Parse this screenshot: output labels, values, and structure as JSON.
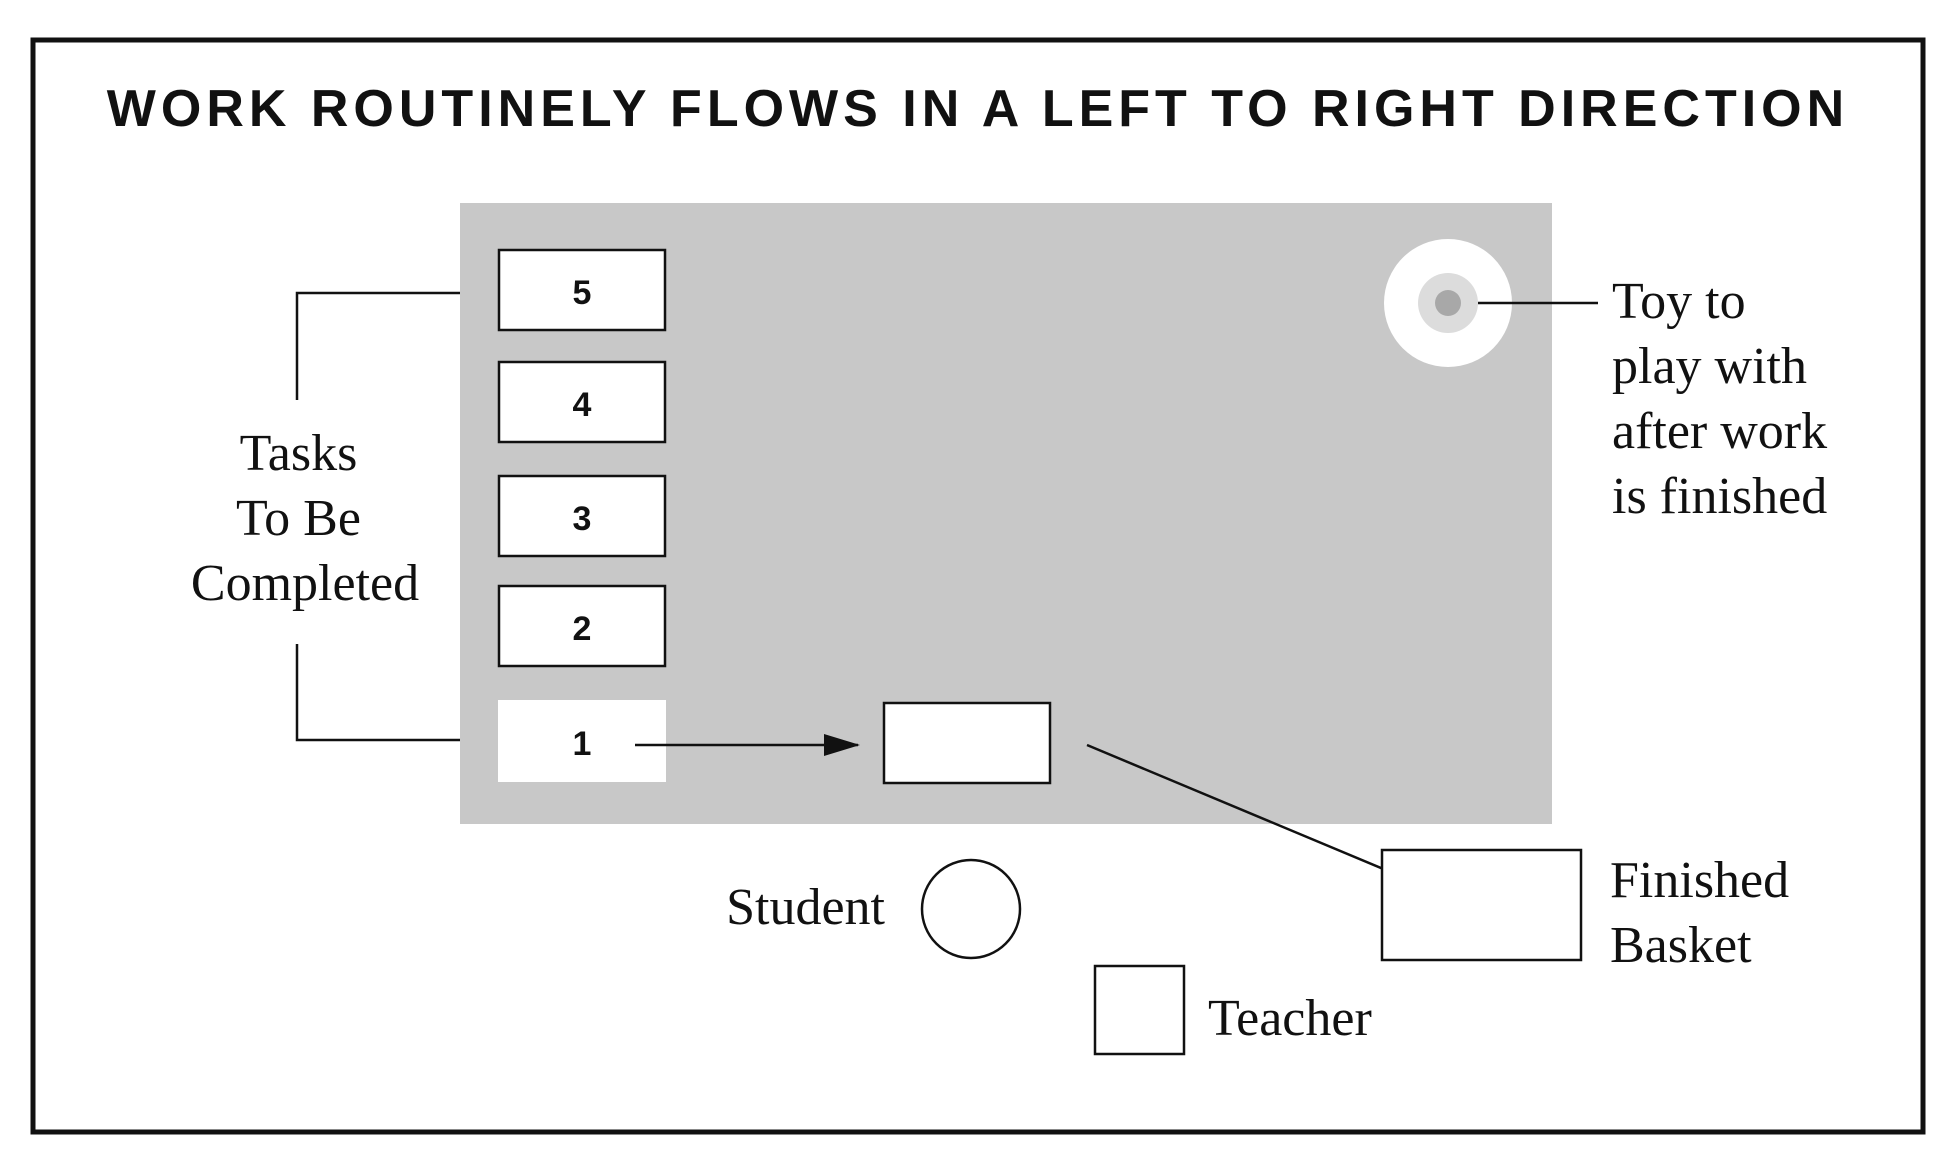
{
  "title": "WORK ROUTINELY FLOWS IN A LEFT TO RIGHT DIRECTION",
  "tasks_label": [
    "Tasks",
    "To Be",
    "Completed"
  ],
  "task_numbers": [
    "5",
    "4",
    "3",
    "2",
    "1"
  ],
  "toy_label": [
    "Toy to",
    "play with",
    "after work",
    "is finished"
  ],
  "finished_label": [
    "Finished",
    "Basket"
  ],
  "student_label": "Student",
  "teacher_label": "Teacher",
  "colors": {
    "table": "#c8c8c8",
    "toy_outer": "#ffffff",
    "toy_mid": "#dcdcdc",
    "toy_center": "#a8a8a8",
    "ink": "#111111"
  }
}
